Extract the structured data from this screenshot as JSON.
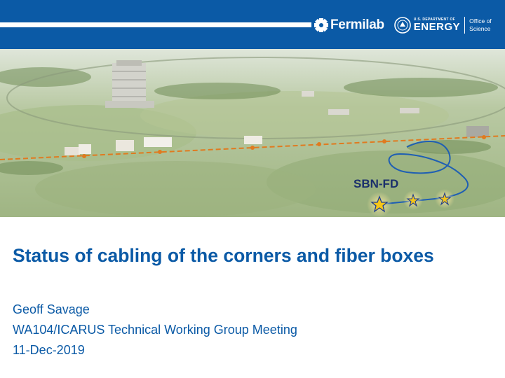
{
  "header": {
    "fermilab": "Fermilab",
    "doe_small": "U.S. DEPARTMENT OF",
    "doe_big": "ENERGY",
    "office_line1": "Office of",
    "office_line2": "Science"
  },
  "photo": {
    "label": "SBN-FD"
  },
  "slide": {
    "title": "Status of cabling of the corners and fiber boxes",
    "author": "Geoff Savage",
    "meeting": "WA104/ICARUS Technical Working Group Meeting",
    "date": "11-Dec-2019"
  },
  "colors": {
    "brand_blue": "#0b5aa6",
    "marker_orange": "#e07a1f",
    "star_yellow": "#f5c518"
  }
}
